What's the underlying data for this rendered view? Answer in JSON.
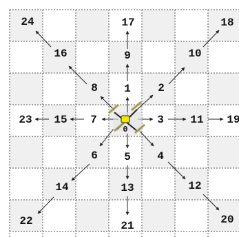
{
  "colors": {
    "cell_light": "#ffffff",
    "cell_dark": "#f0f0f0",
    "grid_line": "#555555",
    "arrow": "#222222",
    "robot_body": "#e8e8d0",
    "robot_accent": "#f2e600",
    "robot_frame": "#222222",
    "robot_wheel": "#c9c070"
  },
  "center_label": "0",
  "icons": [
    "robot-icon"
  ],
  "nodes": [
    {
      "id": "1",
      "label": "1"
    },
    {
      "id": "2",
      "label": "2"
    },
    {
      "id": "3",
      "label": "3"
    },
    {
      "id": "4",
      "label": "4"
    },
    {
      "id": "5",
      "label": "5"
    },
    {
      "id": "6",
      "label": "6"
    },
    {
      "id": "7",
      "label": "7"
    },
    {
      "id": "8",
      "label": "8"
    },
    {
      "id": "9",
      "label": "9"
    },
    {
      "id": "10",
      "label": "10"
    },
    {
      "id": "11",
      "label": "11"
    },
    {
      "id": "12",
      "label": "12"
    },
    {
      "id": "13",
      "label": "13"
    },
    {
      "id": "14",
      "label": "14"
    },
    {
      "id": "15",
      "label": "15"
    },
    {
      "id": "16",
      "label": "16"
    },
    {
      "id": "17",
      "label": "17"
    },
    {
      "id": "18",
      "label": "18"
    },
    {
      "id": "19",
      "label": "19"
    },
    {
      "id": "20",
      "label": "20"
    },
    {
      "id": "21",
      "label": "21"
    },
    {
      "id": "22",
      "label": "22"
    },
    {
      "id": "23",
      "label": "23"
    },
    {
      "id": "24",
      "label": "24"
    }
  ]
}
